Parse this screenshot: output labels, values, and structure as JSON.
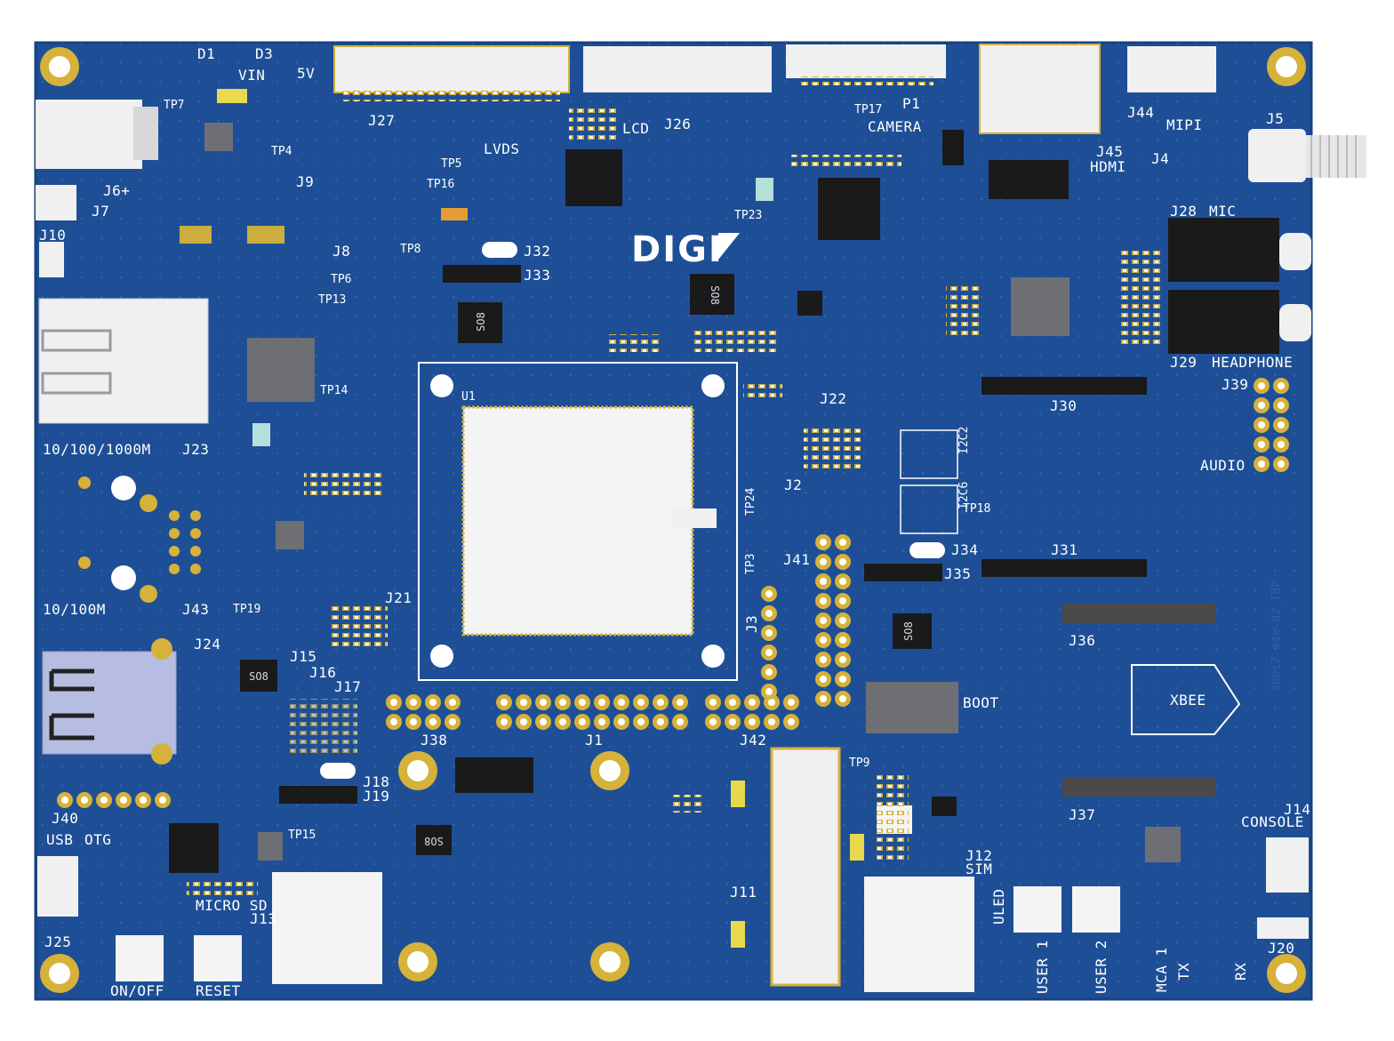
{
  "board": {
    "colors": {
      "pcb": "#1e4f96",
      "pcb_dark": "#17427f",
      "pad_gold": "#d6b23a",
      "silk": "#ffffff",
      "chip": "#1a1a1a",
      "chip_grey": "#6d6f75",
      "connector": "#f0f0f0",
      "usb_a": "#b6bde0",
      "component_orange": "#e06a2a"
    },
    "logo": "DIGI",
    "watermark": "30017-44x-02_TOP",
    "labels": {
      "d1": "D1",
      "d3": "D3",
      "vin": "VIN",
      "v5": "5V",
      "tp7": "TP7",
      "tp4": "TP4",
      "tp5": "TP5",
      "tp16": "TP16",
      "tp6": "TP6",
      "tp8": "TP8",
      "tp13": "TP13",
      "tp14": "TP14",
      "tp17": "TP17",
      "tp23": "TP23",
      "tp24": "TP24",
      "tp3": "TP3",
      "tp18": "TP18",
      "tp19": "TP19",
      "tp15": "TP15",
      "tp9": "TP9",
      "j27": "J27",
      "lvds": "LVDS",
      "lcd": "LCD",
      "j26": "J26",
      "p1": "P1",
      "camera": "CAMERA",
      "j44": "J44",
      "mipi": "MIPI",
      "j5": "J5",
      "j45": "J45",
      "hdmi": "HDMI",
      "j4": "J4",
      "j6": "J6+",
      "j7": "J7",
      "j9": "J9",
      "j8": "J8",
      "j10": "J10",
      "j32": "J32",
      "j33": "J33",
      "j28": "J28",
      "mic": "MIC",
      "j29": "J29",
      "headphone": "HEADPHONE",
      "j39": "J39",
      "audio": "AUDIO",
      "j30": "J30",
      "j22": "J22",
      "i2c2": "I2C2",
      "i2c6": "I2C6",
      "j2": "J2",
      "j31": "J31",
      "j34": "J34",
      "j35": "J35",
      "j41": "J41",
      "j3": "J3",
      "u1": "U1",
      "eth1": "10/100/1000M",
      "j23": "J23",
      "eth2": "10/100M",
      "j43": "J43",
      "j24": "J24",
      "j15": "J15",
      "j16": "J16",
      "j17": "J17",
      "j21": "J21",
      "j36": "J36",
      "xbee": "XBEE",
      "boot": "BOOT",
      "j38": "J38",
      "j1": "J1",
      "j42": "J42",
      "j37": "J37",
      "j18": "J18",
      "j19": "J19",
      "j40": "J40",
      "usb": "USB",
      "otg": "OTG",
      "micro_sd": "MICRO SD",
      "j13": "J13",
      "j11": "J11",
      "j12": "J12",
      "sim": "SIM",
      "j14": "J14",
      "console": "CONSOLE",
      "j20": "J20",
      "j25": "J25",
      "on_off": "ON/OFF",
      "reset": "RESET",
      "uled": "ULED",
      "user1": "USER 1",
      "user2": "USER 2",
      "mca1": "MCA 1",
      "tx": "TX",
      "rx": "RX",
      "so8": "SO8"
    }
  }
}
